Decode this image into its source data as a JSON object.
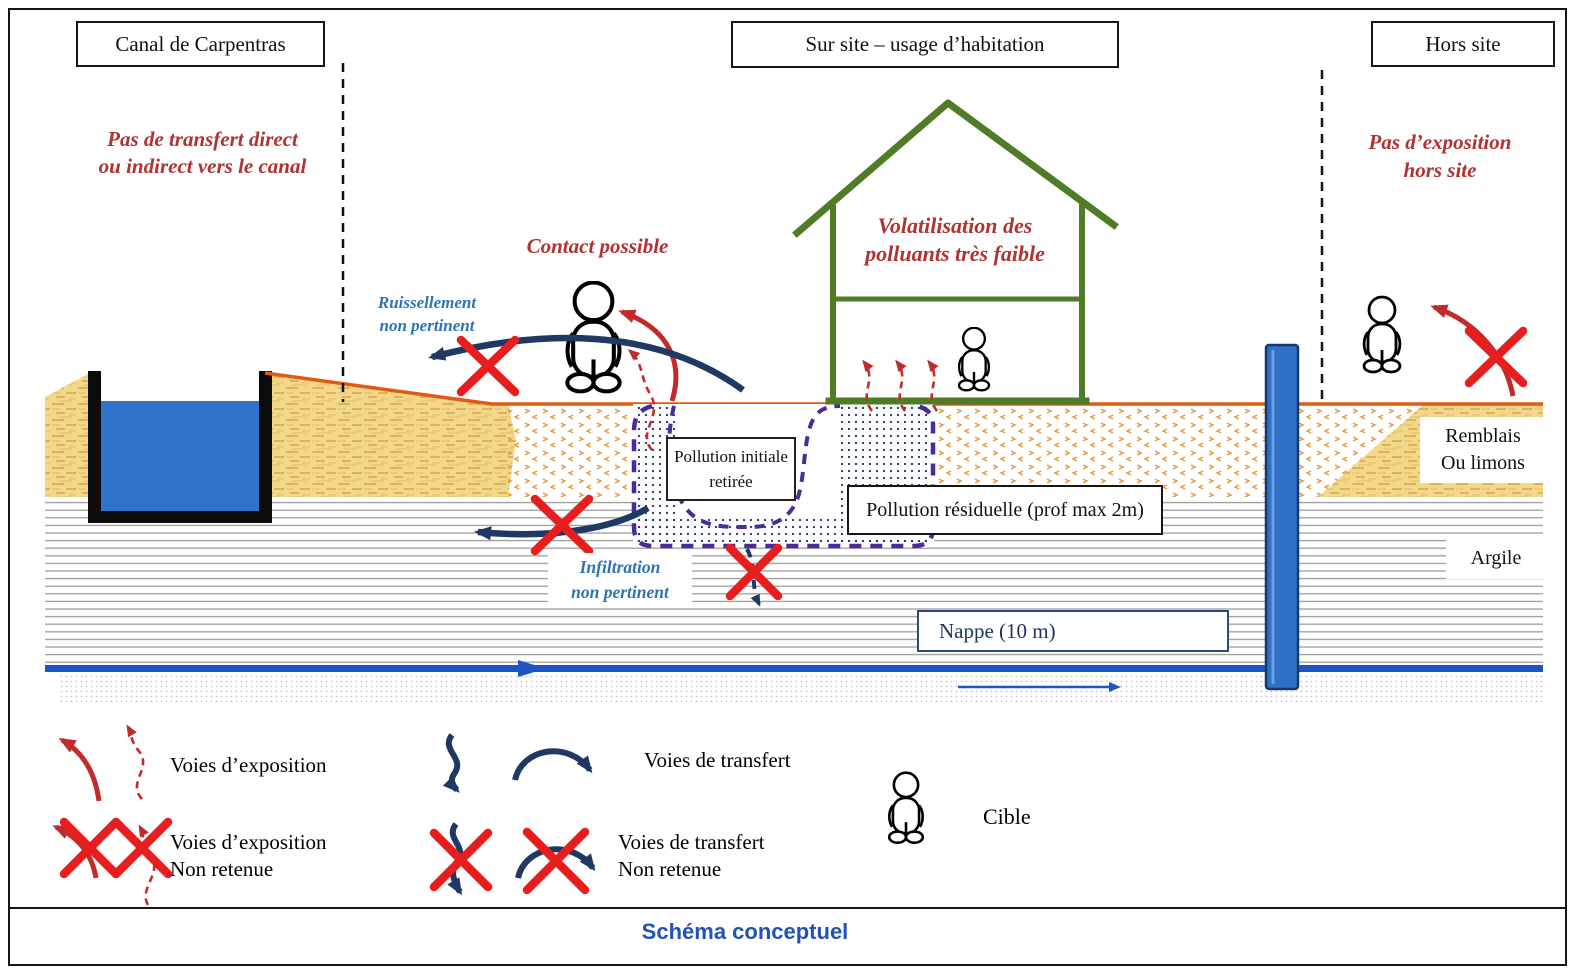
{
  "header": {
    "left_zone": "Canal de Carpentras",
    "center_zone": "Sur site – usage d’habitation",
    "right_zone": "Hors site"
  },
  "notes": {
    "no_transfer_line1": "Pas de transfert direct",
    "no_transfer_line2": "ou indirect vers le canal",
    "contact": "Contact possible",
    "volatilisation_line1": "Volatilisation des",
    "volatilisation_line2": "polluants très faible",
    "no_exposure_line1": "Pas d’exposition",
    "no_exposure_line2": "hors site",
    "runoff_line1": "Ruissellement",
    "runoff_line2": "non pertinent",
    "infiltration_line1": "Infiltration",
    "infiltration_line2": "non pertinent"
  },
  "labels": {
    "pollution_initiale_line1": "Pollution initiale",
    "pollution_initiale_line2": "retirée",
    "pollution_residuelle": "Pollution résiduelle (prof max 2m)",
    "nappe": "Nappe (10 m)",
    "remblais_line1": "Remblais",
    "remblais_line2": "Ou limons",
    "argile": "Argile"
  },
  "legend": {
    "exposure": "Voies d’exposition",
    "exposure_excluded_line1": "Voies d’exposition",
    "exposure_excluded_line2": "Non retenue",
    "transfer": "Voies de transfert",
    "transfer_excluded_line1": "Voies de transfert",
    "transfer_excluded_line2": "Non retenue",
    "target": "Cible"
  },
  "footer": {
    "title": "Schéma conceptuel"
  },
  "colors": {
    "rednote": "#b03232",
    "redarrow": "#c32a2a",
    "xred": "#e81d1d",
    "navy": "#1f3864",
    "bluenote": "#2e74b5",
    "green": "#517c27",
    "purple": "#4c2a99",
    "orange": "#e05a12",
    "water": "#2f74c8",
    "nappe": "#1d55c4",
    "footerblue": "#2053b5"
  }
}
